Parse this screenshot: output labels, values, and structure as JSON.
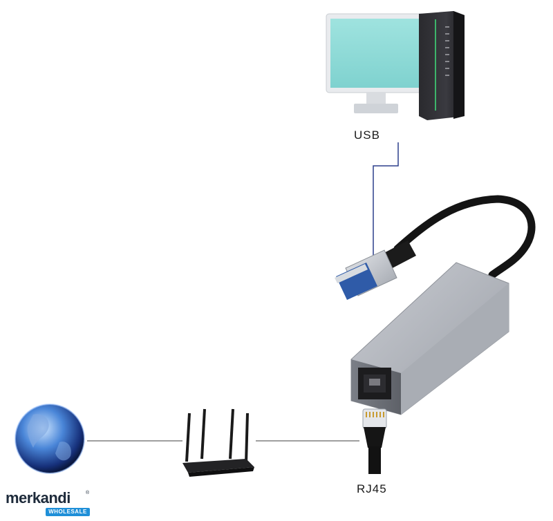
{
  "labels": {
    "usb": "USB",
    "rj45": "RJ45"
  },
  "logo": {
    "name": "merkandi",
    "registered": "®",
    "tagline": "WHOLESALE"
  },
  "colors": {
    "usb_line": "#2b3f8c",
    "connector_line": "#666666",
    "logo_text": "#1d2a3a",
    "logo_badge": "#1f8fd8"
  },
  "icons": [
    "desktop-computer-icon",
    "usb-ethernet-adapter-icon",
    "router-icon",
    "globe-icon",
    "rj45-plug-icon"
  ]
}
